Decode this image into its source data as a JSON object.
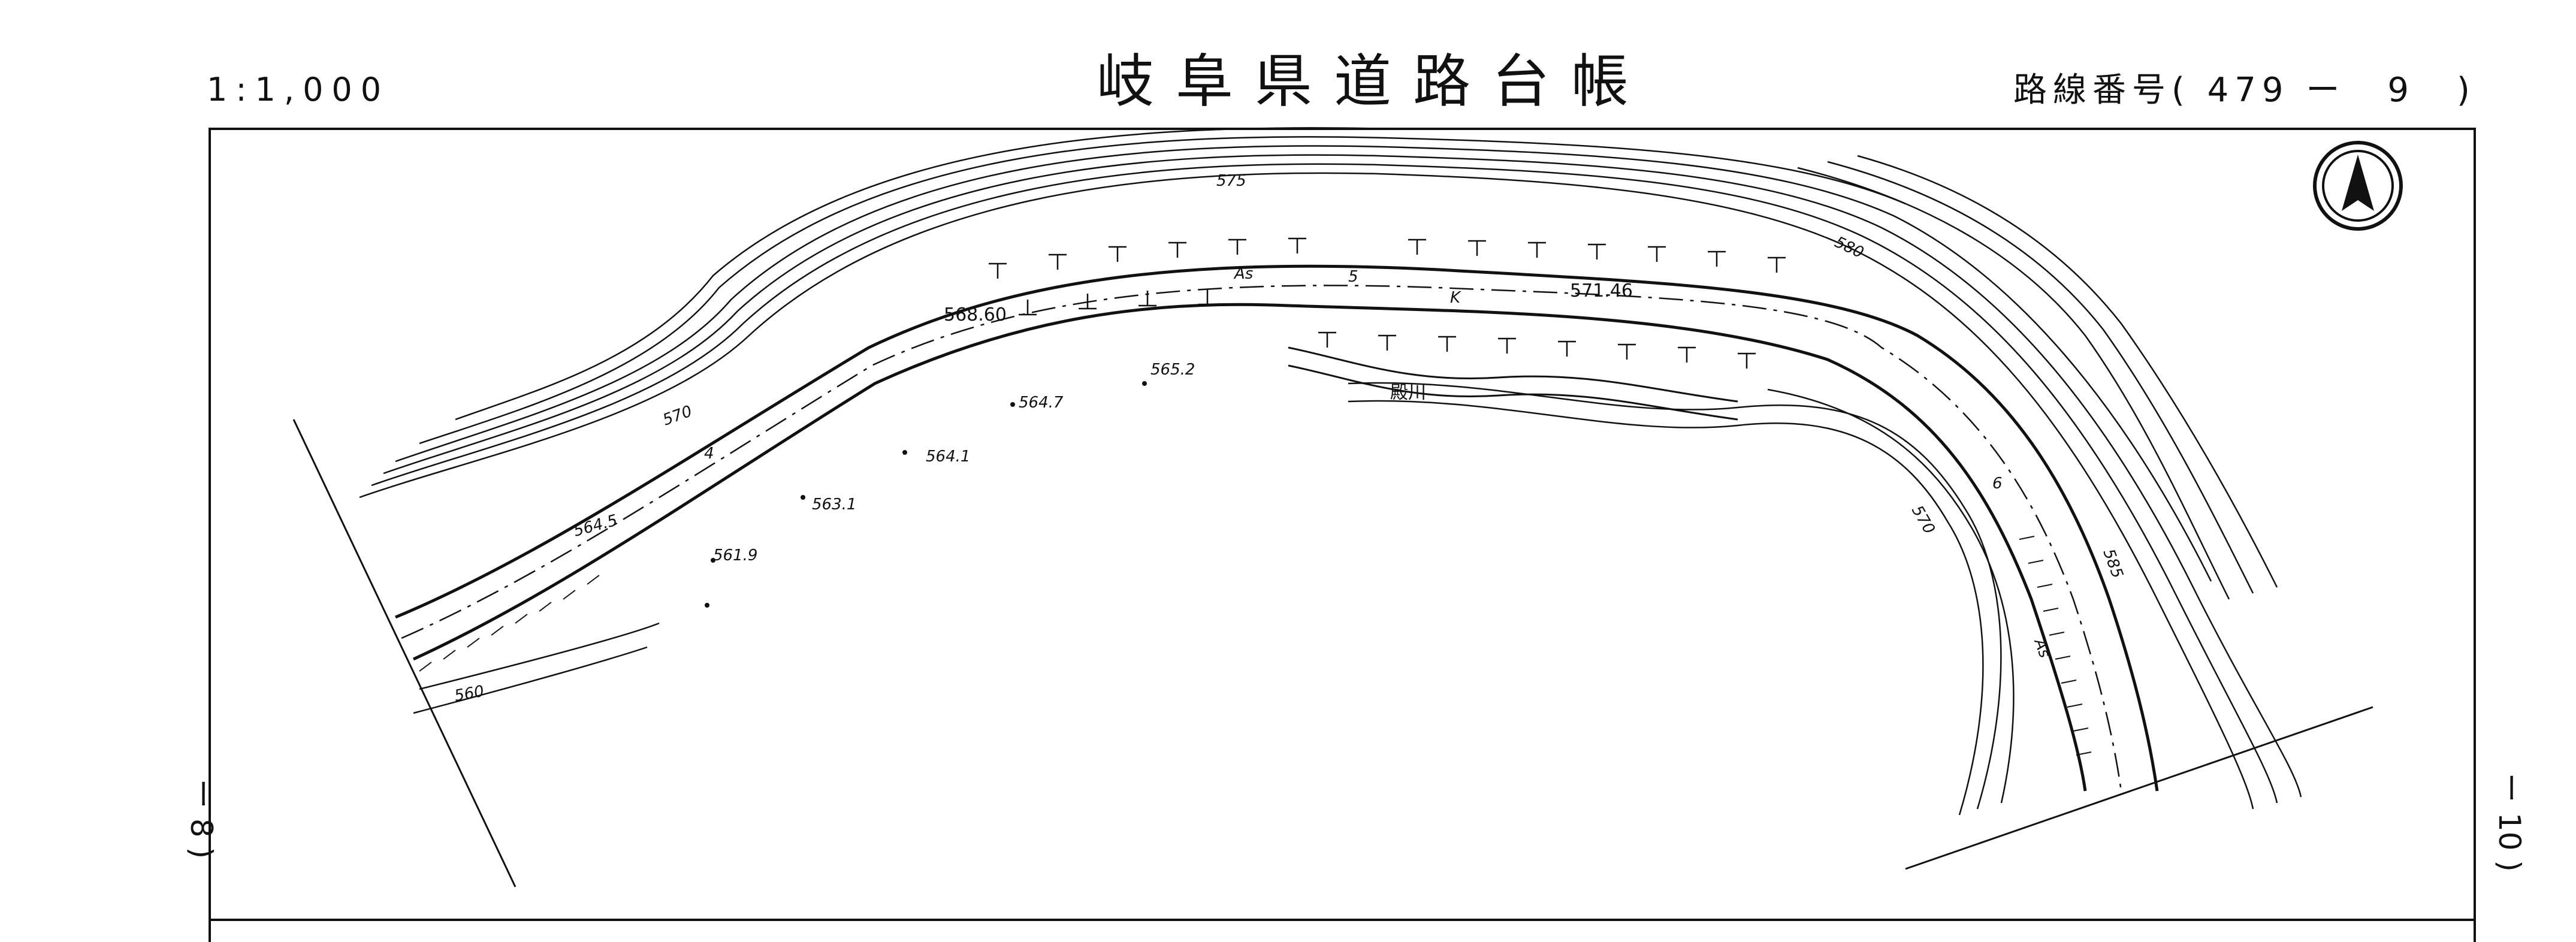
{
  "header": {
    "scale": "1:1,000",
    "title": "岐阜県道路台帳",
    "route_label": "路線番号",
    "route_open": "(",
    "route_number": "479",
    "route_dash": "ー",
    "route_sheet": "9",
    "route_close": ")"
  },
  "margin": {
    "left_ref": "ー 8 )",
    "right_ref": "ー 10 )"
  },
  "map": {
    "contours": [
      "575",
      "580",
      "585",
      "570",
      "570",
      "560"
    ],
    "road_elevations": [
      "568.60",
      "571.46"
    ],
    "spot_heights": [
      "565.2",
      "564.7",
      "564.1",
      "563.1",
      "564.5",
      "561.9"
    ],
    "surface_labels": [
      "As",
      "As"
    ],
    "station_numbers": [
      "4",
      "5",
      "6"
    ],
    "letter_mark": "K",
    "river_name": "殿川",
    "bottom_text": ""
  },
  "colors": {
    "ink": "#111111",
    "paper": "#ffffff"
  },
  "icons": [
    "north-arrow-icon"
  ]
}
